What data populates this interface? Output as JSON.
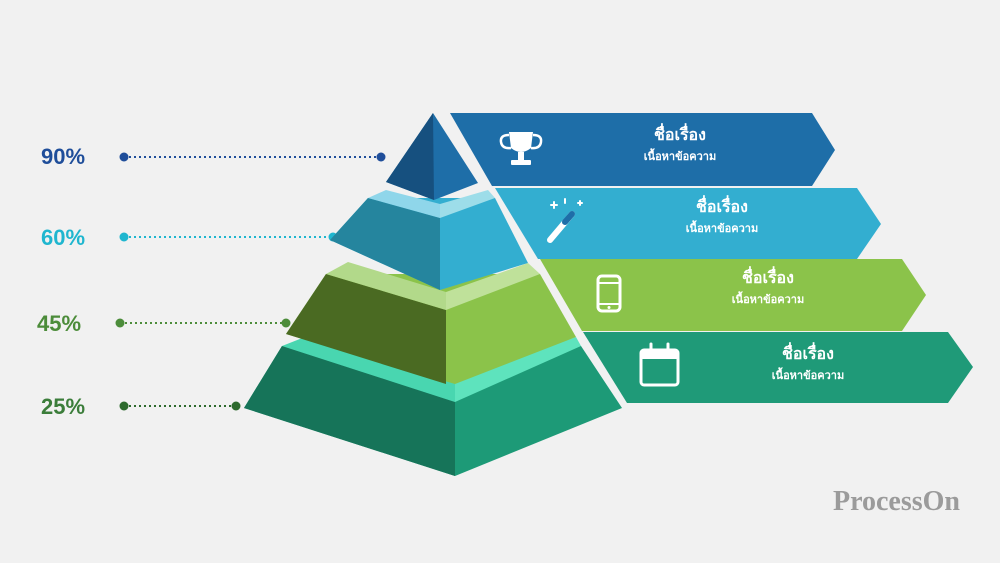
{
  "levels": [
    {
      "percent": "90%",
      "percent_color": "#1f4e9a",
      "title": "ชื่อเรื่อง",
      "subtitle": "เนื้อหาข้อความ",
      "icon": "trophy-icon",
      "banner_color": "#1e6ea8"
    },
    {
      "percent": "60%",
      "percent_color": "#1fb6cf",
      "title": "ชื่อเรื่อง",
      "subtitle": "เนื้อหาข้อความ",
      "icon": "magic-wand-icon",
      "banner_color": "#33aed0"
    },
    {
      "percent": "45%",
      "percent_color": "#4c8c3a",
      "title": "ชื่อเรื่อง",
      "subtitle": "เนื้อหาข้อความ",
      "icon": "smartphone-icon",
      "banner_color": "#8bc34a"
    },
    {
      "percent": "25%",
      "percent_color": "#3b7d3a",
      "title": "ชื่อเรื่อง",
      "subtitle": "เนื้อหาข้อความ",
      "icon": "calendar-icon",
      "banner_color": "#1f9a78"
    }
  ],
  "watermark": "ProcessOn"
}
